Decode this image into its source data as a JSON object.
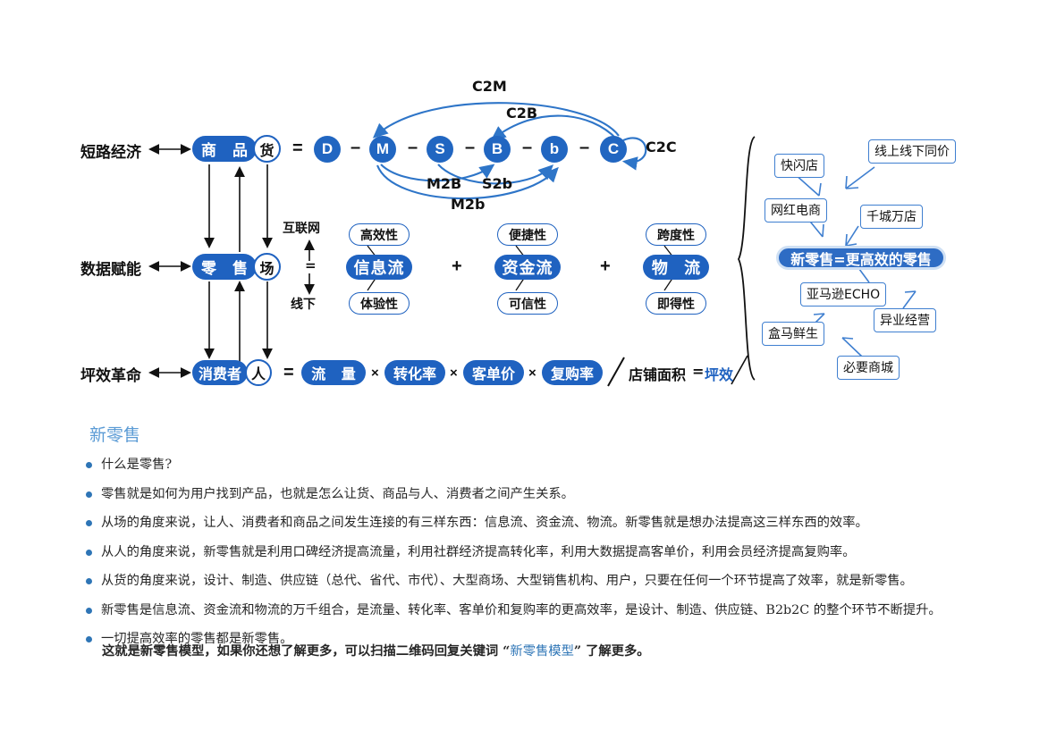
{
  "diagram": {
    "row_labels": [
      {
        "text": "短路经济"
      },
      {
        "text": "数据赋能"
      },
      {
        "text": "坪效革命"
      }
    ],
    "row1": {
      "pill": "商  品",
      "circle": "货",
      "equals": "=",
      "minus": "–",
      "nodes": [
        "D",
        "M",
        "S",
        "B",
        "b",
        "C"
      ],
      "arcs": [
        "C2M",
        "C2B",
        "C2C",
        "M2B",
        "S2b",
        "M2b"
      ]
    },
    "row2": {
      "pill": "零  售",
      "circle": "场",
      "axis_top": "互联网",
      "axis_eq": "=",
      "axis_bottom": "线下",
      "plus": "+",
      "groups": [
        {
          "top": "高效性",
          "main": "信息流",
          "bottom": "体验性"
        },
        {
          "top": "便捷性",
          "main": "资金流",
          "bottom": "可信性"
        },
        {
          "top": "跨度性",
          "main": "物  流",
          "bottom": "即得性"
        }
      ]
    },
    "row3": {
      "pill": "消费者",
      "circle": "人",
      "equals": "=",
      "times": "×",
      "factors": [
        "流  量",
        "转化率",
        "客单价",
        "复购率"
      ],
      "divider_text": "店铺面积",
      "result_eq": "=",
      "result": "坪效"
    },
    "right_panel": {
      "banner": "新零售=更高效的零售",
      "callouts": [
        {
          "text": "快闪店"
        },
        {
          "text": "线上线下同价"
        },
        {
          "text": "网红电商"
        },
        {
          "text": "千城万店"
        },
        {
          "text": "亚马逊ECHO"
        },
        {
          "text": "异业经营"
        },
        {
          "text": "盒马鲜生"
        },
        {
          "text": "必要商城"
        }
      ]
    }
  },
  "article": {
    "title": "新零售",
    "bullets": [
      "什么是零售?",
      "零售就是如何为用户找到产品，也就是怎么让货、商品与人、消费者之间产生关系。",
      "从场的角度来说，让人、消费者和商品之间发生连接的有三样东西：信息流、资金流、物流。新零售就是想办法提高这三样东西的效率。",
      "从人的角度来说，新零售就是利用口碑经济提高流量，利用社群经济提高转化率，利用大数据提高客单价，利用会员经济提高复购率。",
      "从货的角度来说，设计、制造、供应链（总代、省代、市代）、大型商场、大型销售机构、用户，只要在任何一个环节提高了效率，就是新零售。",
      "新零售是信息流、资金流和物流的万千组合，是流量、转化率、客单价和复购率的更高效率，是设计、制造、供应链、B2b2C 的整个环节不断提升。",
      "一切提高效率的零售都是新零售。"
    ],
    "tail": {
      "before": "这就是新零售模型，如果你还想了解更多，可以扫描二维码回复关键词 “",
      "keyword": "新零售模型",
      "after": "” 了解更多。"
    }
  },
  "colors": {
    "primary_blue": "#1f62c0",
    "node_blue": "#2166c1",
    "arc_blue": "#2e75c8",
    "heading_blue": "#5b9bd5",
    "callout_border": "#3f7fd0",
    "text": "#262626"
  }
}
